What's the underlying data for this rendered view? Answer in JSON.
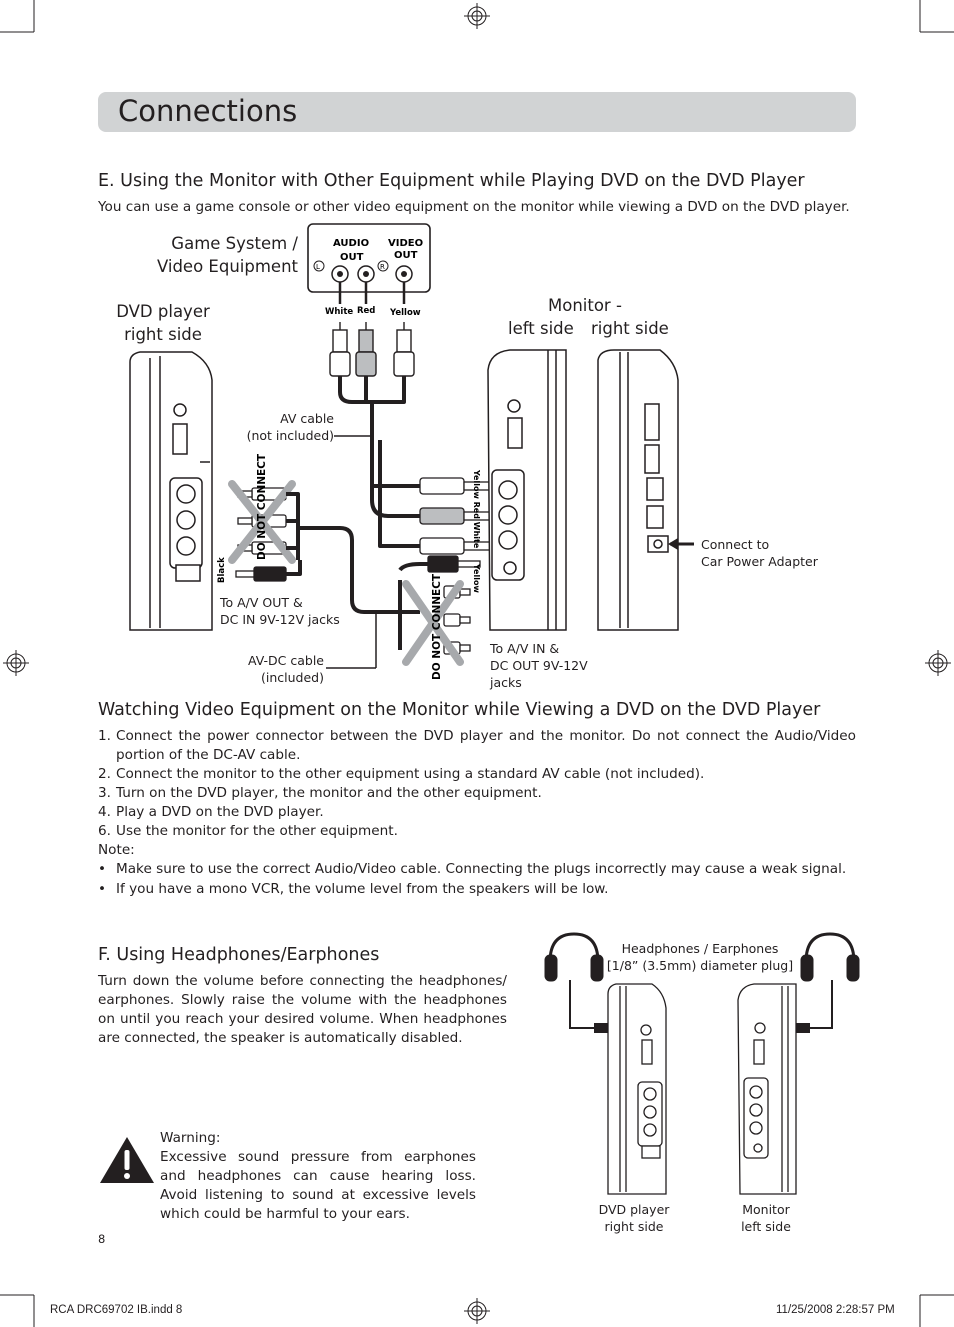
{
  "header": {
    "title": "Connections"
  },
  "section_e": {
    "heading": "E. Using the Monitor with Other Equipment while Playing DVD on the DVD Player",
    "intro": "You can use a game console or other video equipment on the monitor while viewing a DVD on the DVD player."
  },
  "diagram_e": {
    "game_system_line1": "Game System /",
    "game_system_line2": "Video Equipment",
    "audio_out_line1": "AUDIO",
    "audio_out_line2": "OUT",
    "video_out_line1": "VIDEO",
    "video_out_line2": "OUT",
    "jack_l": "L",
    "jack_r": "R",
    "plug_white": "White",
    "plug_red": "Red",
    "plug_yellow": "Yellow",
    "dvd_line1": "DVD player",
    "dvd_line2": "right side",
    "monitor_line1": "Monitor -",
    "monitor_left": "left side",
    "monitor_right": "right side",
    "av_cable_line1": "AV cable",
    "av_cable_line2": "(not included)",
    "do_not_connect": "DO NOT CONNECT",
    "black": "Black",
    "vertical_colors": "Yellow  Red  White",
    "vertical_yellow": "Yellow",
    "to_av_out_line1": "To A/V OUT &",
    "to_av_out_line2": "DC IN 9V-12V jacks",
    "av_dc_line1": "AV-DC cable",
    "av_dc_line2": "(included)",
    "to_av_in_line1": "To A/V IN &",
    "to_av_in_line2": "DC OUT 9V-12V",
    "to_av_in_line3": "jacks",
    "car_line1": "Connect to",
    "car_line2": "Car Power Adapter"
  },
  "watching": {
    "heading": "Watching Video Equipment on the Monitor while Viewing a DVD on the DVD Player",
    "steps": [
      {
        "num": "1.",
        "text": "Connect the power connector between the DVD player and the monitor. Do not connect the Audio/Video portion of the DC-AV cable."
      },
      {
        "num": "2.",
        "text": "Connect the monitor to the other equipment using a standard AV cable (not included)."
      },
      {
        "num": "3.",
        "text": "Turn on the DVD player, the monitor and the other equipment."
      },
      {
        "num": "4.",
        "text": "Play a DVD on the DVD player."
      },
      {
        "num": "6.",
        "text": "Use the monitor for the other equipment."
      }
    ],
    "note_label": "Note:",
    "notes": [
      "Make sure to use the correct Audio/Video cable. Connecting the plugs incorrectly may cause a weak signal.",
      "If you have a mono VCR, the volume level from the speakers will be low."
    ]
  },
  "section_f": {
    "heading": "F. Using Headphones/Earphones",
    "text": "Turn down the volume before connecting the headphones/ earphones. Slowly raise the volume with the headphones on until you reach your desired volume. When headphones are connected, the speaker is automatically disabled."
  },
  "diagram_f": {
    "hp_line1": "Headphones / Earphones",
    "hp_line2": "[1/8” (3.5mm) diameter plug]",
    "dvd_line1": "DVD player",
    "dvd_line2": "right side",
    "mon_line1": "Monitor",
    "mon_line2": "left side"
  },
  "warning": {
    "title": "Warning:",
    "text": "Excessive sound pressure from earphones and headphones can cause hearing loss. Avoid listening to sound at excessive levels which could be harmful to your ears."
  },
  "page_number": "8",
  "footer": {
    "file": "RCA DRC69702 IB.indd   8",
    "timestamp": "11/25/2008   2:28:57 PM"
  }
}
